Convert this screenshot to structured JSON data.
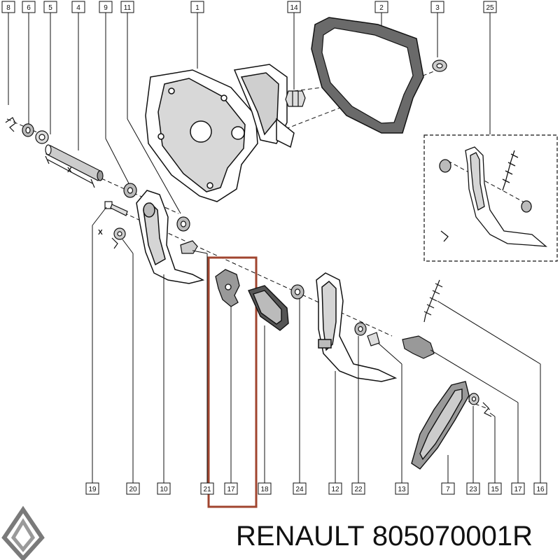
{
  "diagram": {
    "top_callouts": [
      "8",
      "6",
      "5",
      "4",
      "9",
      "11",
      "1",
      "14",
      "2",
      "3",
      "25"
    ],
    "bottom_callouts": [
      "19",
      "20",
      "10",
      "21",
      "17",
      "18",
      "24",
      "12",
      "22",
      "13",
      "7",
      "23",
      "15",
      "17",
      "16"
    ],
    "dimension_label_rod": "X",
    "dimension_label_bolt": "X",
    "highlight_color": "#a0452f",
    "line_color": "#111111"
  },
  "brand": {
    "name": "RENAULT",
    "part_number": "805070001R",
    "logo": "renault-diamond-logo"
  }
}
